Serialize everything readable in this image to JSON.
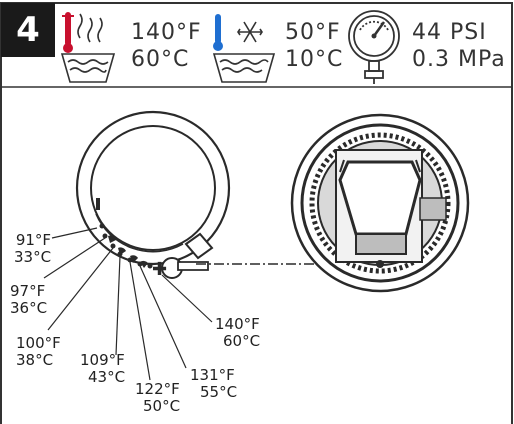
{
  "step": {
    "number": "4"
  },
  "specs": {
    "hot": {
      "temp_f": "140°F",
      "temp_c": "60°C"
    },
    "cold": {
      "temp_f": "50°F",
      "temp_c": "10°C"
    },
    "pressure": {
      "psi": "44 PSI",
      "mpa": "0.3 MPa"
    }
  },
  "dial": {
    "scale": [
      {
        "f": "91°F",
        "c": "33°C"
      },
      {
        "f": "97°F",
        "c": "36°C"
      },
      {
        "f": "100°F",
        "c": "38°C"
      },
      {
        "f": "109°F",
        "c": "43°C"
      },
      {
        "f": "122°F",
        "c": "50°C"
      },
      {
        "f": "131°F",
        "c": "55°C"
      },
      {
        "f": "140°F",
        "c": "60°C"
      }
    ]
  },
  "colors": {
    "hot": "#c8102e",
    "cold": "#1f6fd1",
    "ink": "#2a2a2a",
    "gray": "#cfcfcf"
  },
  "icons": [
    "hot-water-icon",
    "cold-water-icon",
    "pressure-gauge-icon",
    "plus-icon"
  ]
}
